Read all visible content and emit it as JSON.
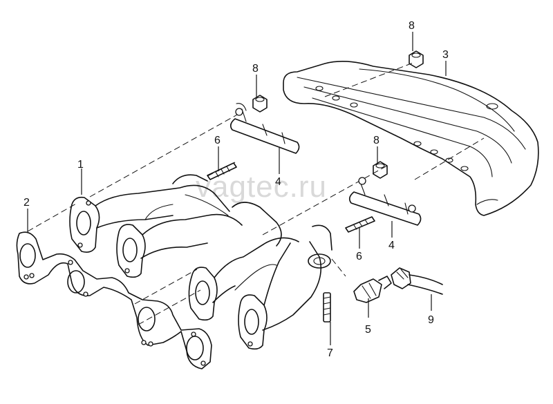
{
  "watermark": "vagtec.ru",
  "callouts": [
    {
      "id": "1",
      "text": "1"
    },
    {
      "id": "2",
      "text": "2"
    },
    {
      "id": "3",
      "text": "3"
    },
    {
      "id": "4a",
      "text": "4"
    },
    {
      "id": "4b",
      "text": "4"
    },
    {
      "id": "5",
      "text": "5"
    },
    {
      "id": "6a",
      "text": "6"
    },
    {
      "id": "6b",
      "text": "6"
    },
    {
      "id": "7",
      "text": "7"
    },
    {
      "id": "8a",
      "text": "8"
    },
    {
      "id": "8b",
      "text": "8"
    },
    {
      "id": "8c",
      "text": "8"
    },
    {
      "id": "9",
      "text": "9"
    }
  ]
}
